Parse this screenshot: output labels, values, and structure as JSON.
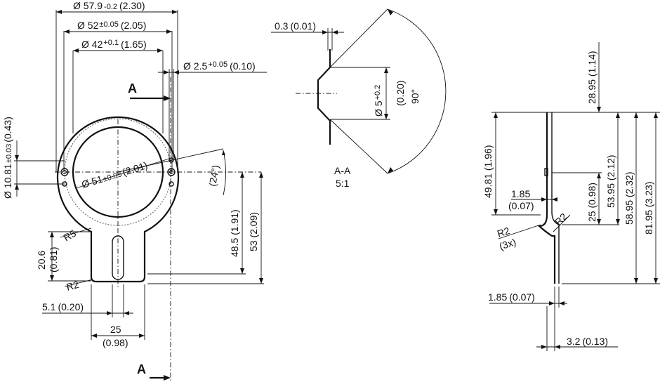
{
  "front_view": {
    "dim_outer": {
      "main": "Ø 57.9",
      "tol": "-0.2",
      "inch": "(2.30)"
    },
    "dim_52": {
      "main": "Ø 52",
      "tol": "±0.05",
      "inch": "(2.05)"
    },
    "dim_42": {
      "main": "Ø 42",
      "tol": "+0.1",
      "inch": "(1.65)"
    },
    "dim_hole": {
      "main": "Ø 2.5",
      "tol": "+0.05",
      "inch": "(0.10)"
    },
    "dim_spacing": {
      "main": "Ø 10.81",
      "tol": "±0.03",
      "inch": "(0.43)"
    },
    "dim_51": {
      "main": "Ø 51",
      "tol": "±0.05",
      "inch": "(2.01)"
    },
    "dim_angle": "(24°)",
    "dim_48_5": "48.5 (1.91)",
    "dim_53": "53 (2.09)",
    "dim_20_6": "20.6",
    "dim_20_6_inch": "(0.81)",
    "radius_r5": "R5",
    "radius_r2": "R2",
    "dim_5_1": {
      "main": "5.1",
      "inch": "(0.20)"
    },
    "dim_25": "25",
    "dim_25_inch": "(0.98)",
    "section_marker_top": "A",
    "section_marker_bottom": "A"
  },
  "section_view": {
    "dim_thickness": {
      "main": "0.3",
      "inch": "(0.01)"
    },
    "dim_diameter": {
      "main": "Ø 5",
      "tol": "+0.2",
      "inch": "(0.20)"
    },
    "dim_angle": "90°",
    "label": "A-A",
    "scale": "5:1"
  },
  "side_view": {
    "dim_28_95": "28.95 (1.14)",
    "dim_49_81": "49.81 (1.96)",
    "dim_1_85_top": "1.85",
    "dim_1_85_top_inch": "(0.07)",
    "dim_25": "25 (0.98)",
    "dim_53_95": "53.95 (2.12)",
    "dim_58_95": "58.95 (2.32)",
    "dim_81_95": "81.95 (3.23)",
    "radius_r2_right": "R2",
    "radius_r2_left": "R2",
    "radius_count": "(3x)",
    "dim_1_85_bottom": {
      "main": "1.85",
      "inch": "(0.07)"
    },
    "dim_3_2": {
      "main": "3.2",
      "inch": "(0.13)"
    }
  }
}
